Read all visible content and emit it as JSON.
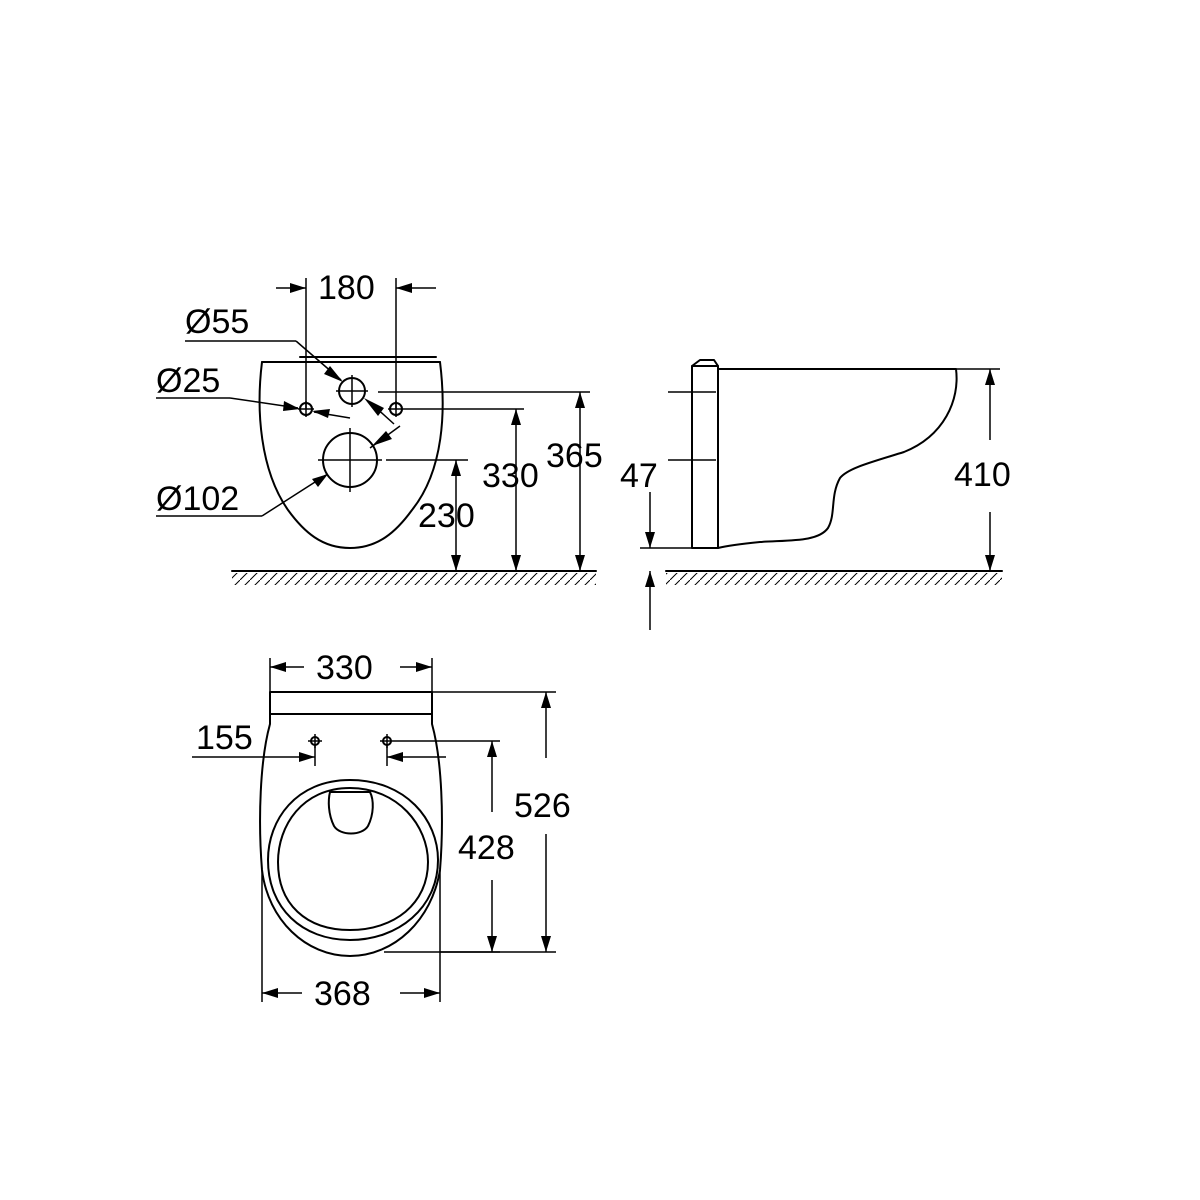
{
  "dimensions": {
    "front": {
      "hole_spacing": "180",
      "dia_55": "Ø55",
      "dia_25": "Ø25",
      "dia_102": "Ø102",
      "h_230": "230",
      "h_330": "330",
      "h_365": "365"
    },
    "side": {
      "h_47": "47",
      "h_410": "410"
    },
    "top": {
      "width_330": "330",
      "width_368": "368",
      "offset_155": "155",
      "depth_428": "428",
      "depth_526": "526"
    }
  }
}
